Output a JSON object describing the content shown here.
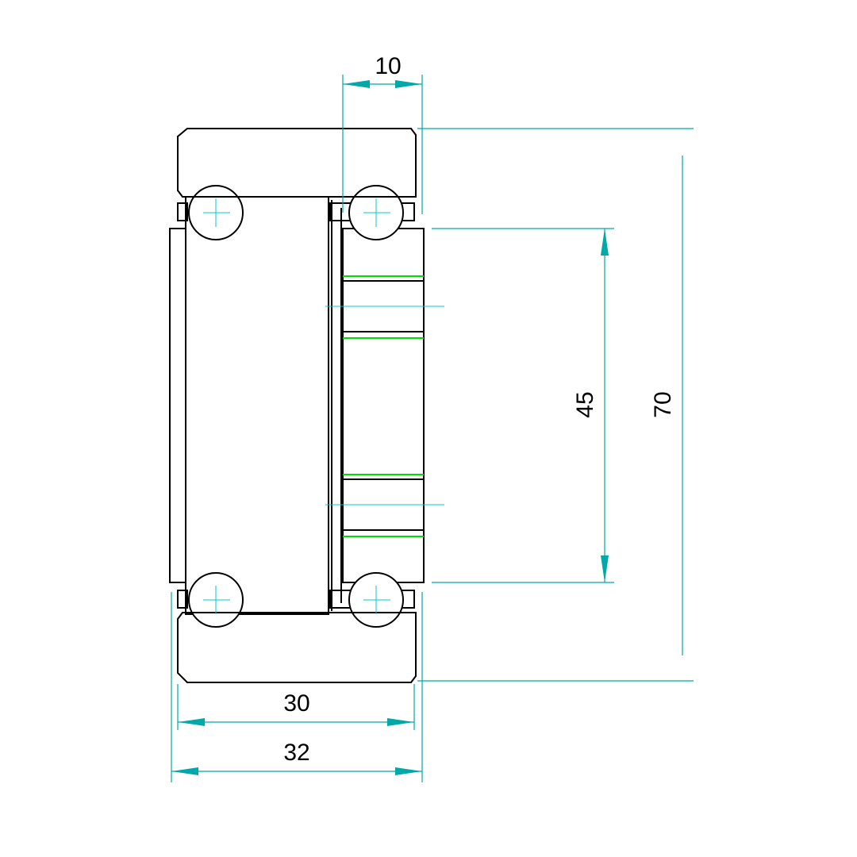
{
  "drawing": {
    "type": "bearing-cross-section",
    "colors": {
      "outline": "#000000",
      "hatch": "#ff0000",
      "dimension": "#00a8a8",
      "centerline": "#00c8d8",
      "green_line": "#00dd00",
      "background": "#ffffff"
    },
    "dimensions": {
      "top_width": "10",
      "inner_height": "45",
      "outer_height": "70",
      "inner_width": "30",
      "outer_width": "32"
    }
  }
}
